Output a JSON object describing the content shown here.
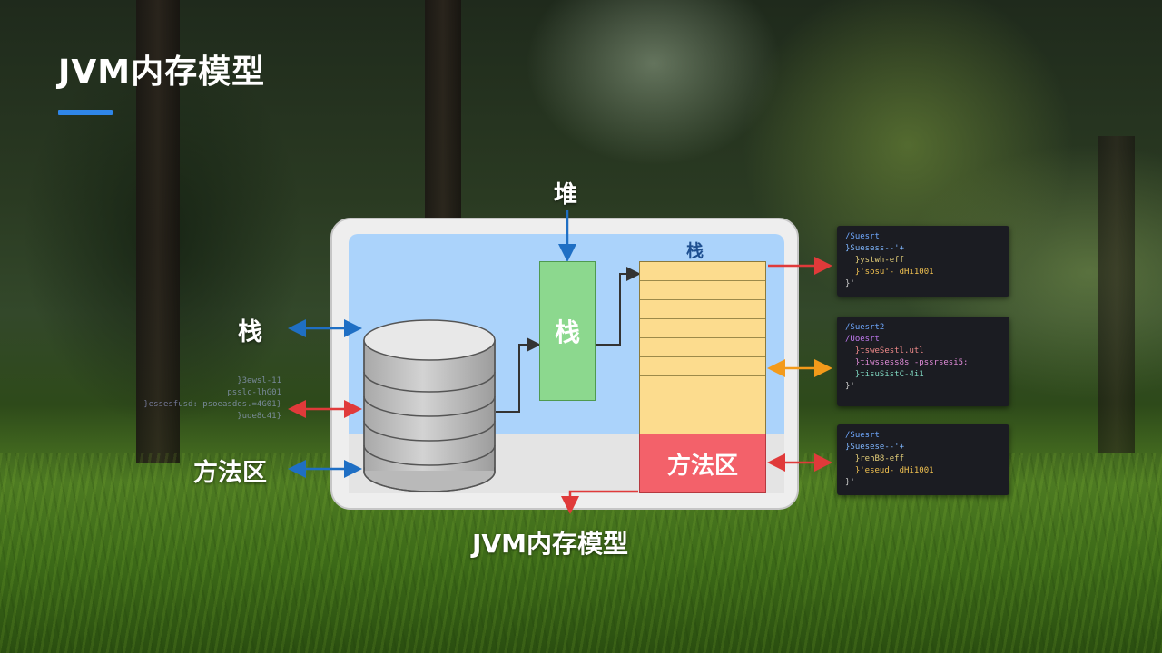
{
  "slide": {
    "title": "JVM内存模型",
    "accent_color": "#2f86e8"
  },
  "diagram": {
    "caption": "JVM内存模型",
    "labels": {
      "heap_top": "堆",
      "stack_left": "栈",
      "method_area_left": "方法区",
      "stack_box": "栈",
      "heap_region": "栈",
      "method_area_box": "方法区"
    },
    "colors": {
      "stack_green": "#8cd88e",
      "heap_yellow": "#fcdc8e",
      "method_red": "#f3616a",
      "region_blue": "#abd3fb",
      "arrow_blue": "#1f6fc4",
      "arrow_red": "#e03a3a",
      "arrow_orange": "#f39a1a"
    }
  },
  "left_code": [
    "}3ewsl-11",
    "psslc-lhG01",
    "}essesfusd: psoeasdes.=4G01}",
    "}uoe8c41}"
  ],
  "code_cards": [
    {
      "lines": [
        "/Suesrt",
        "}Suesess--'+",
        "  }ystwh-eff",
        "  }'sosu'- dHi1001",
        "}'"
      ]
    },
    {
      "lines": [
        "/Suesrt2",
        "/Uoesrt",
        "  }tsweSestl.utl",
        "  }tiwssess8s -pssrsesi5:",
        "  }tisuSistC-4i1",
        "}'"
      ]
    },
    {
      "lines": [
        "/Suesrt",
        "}Suesese--'+",
        "  }rehB8-eff",
        "  }'eseud- dHi1001",
        "}'"
      ]
    }
  ]
}
